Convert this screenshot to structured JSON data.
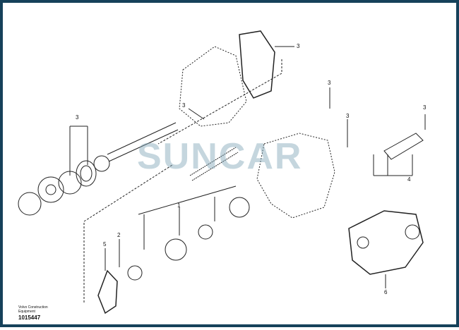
{
  "watermark": "SUNCAR",
  "caption": {
    "line1": "Volvo Construction",
    "line2": "Equipment",
    "code": "1015447"
  },
  "callouts": [
    "3",
    "3",
    "3",
    "3",
    "3",
    "3",
    "4",
    "1",
    "2",
    "5",
    "6"
  ],
  "colors": {
    "border": "#16415a",
    "line": "#222222",
    "watermark": "#7fa6b8"
  }
}
